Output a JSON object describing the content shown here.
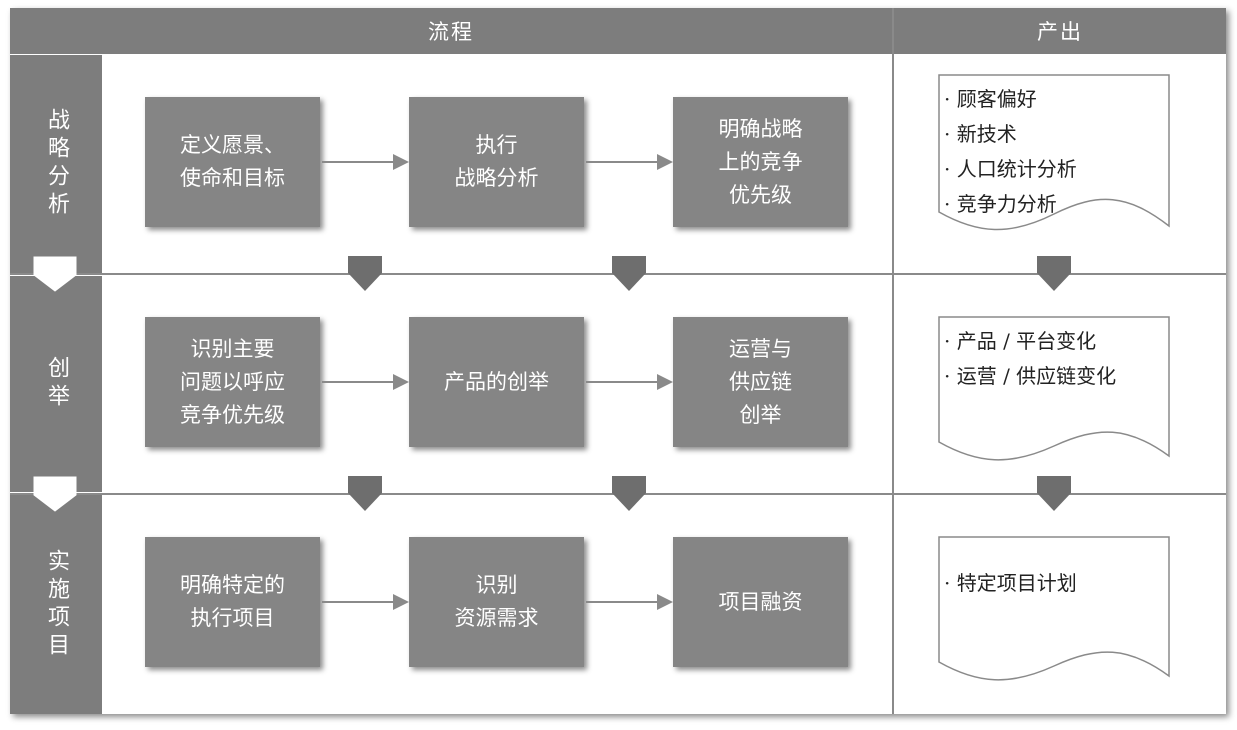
{
  "header": {
    "process_label": "流程",
    "output_label": "产出"
  },
  "colors": {
    "fill": "#858585",
    "bar": "#7d7d7d",
    "line": "#8a8a8a",
    "text_on_fill": "#ffffff"
  },
  "lanes": [
    {
      "label": "战略分析",
      "steps": [
        "定义愿景、\n使命和目标",
        "执行\n战略分析",
        "明确战略\n上的竞争\n优先级"
      ],
      "outputs": [
        "顾客偏好",
        "新技术",
        "人口统计分析",
        "竞争力分析"
      ]
    },
    {
      "label": "创举",
      "steps": [
        "识别主要\n问题以呼应\n竞争优先级",
        "产品的创举",
        "运营与\n供应链\n创举"
      ],
      "outputs": [
        "产品 / 平台变化",
        "运营 / 供应链变化"
      ]
    },
    {
      "label": "实施项目",
      "steps": [
        "明确特定的\n执行项目",
        "识别\n资源需求",
        "项目融资"
      ],
      "outputs": [
        "特定项目计划"
      ]
    }
  ]
}
